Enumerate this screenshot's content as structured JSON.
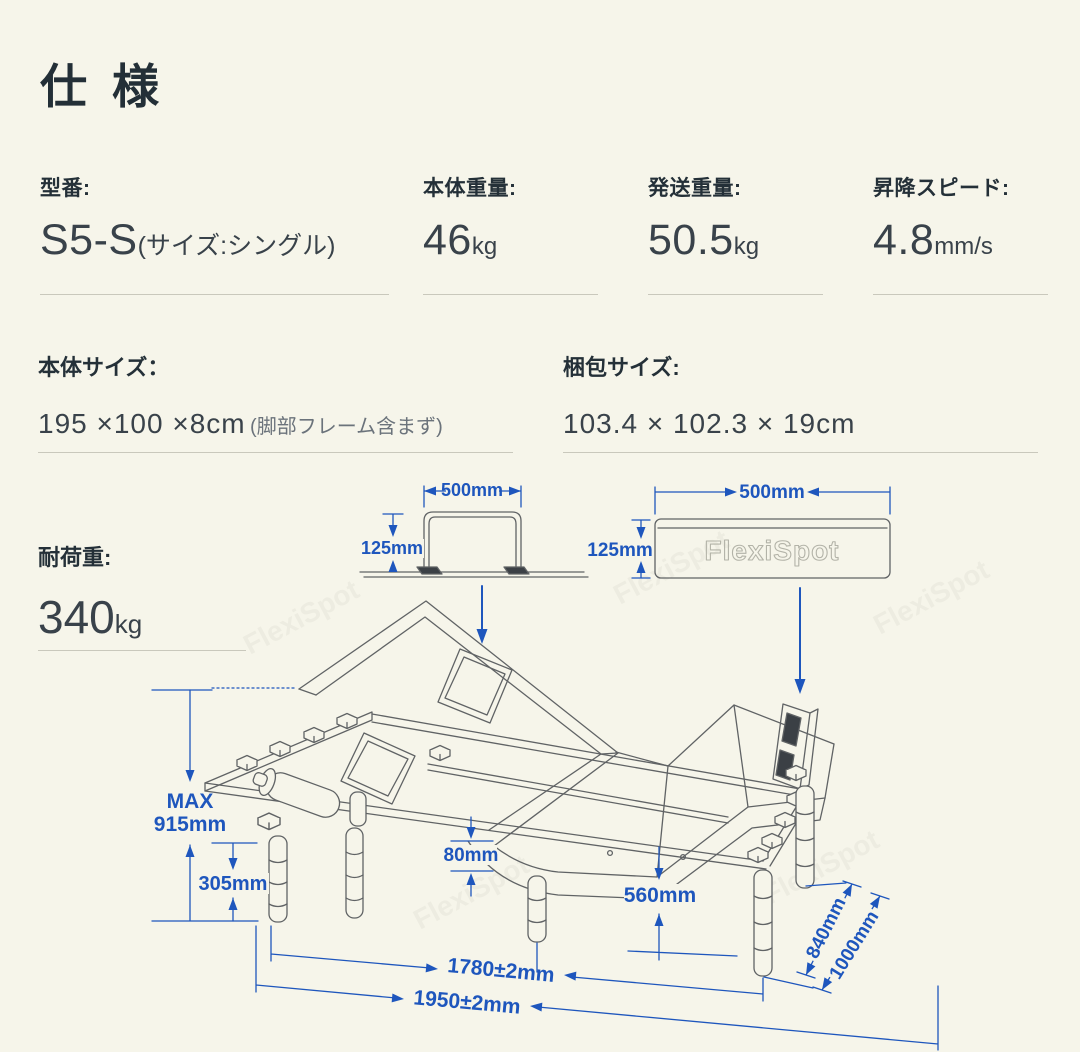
{
  "page": {
    "title": "仕 様"
  },
  "specs_row1": [
    {
      "label": "型番:",
      "value": "S5-S",
      "suffix": "(サイズ:シングル)"
    },
    {
      "label": "本体重量:",
      "value": "46",
      "unit": "kg"
    },
    {
      "label": "発送重量:",
      "value": "50.5",
      "unit": "kg"
    },
    {
      "label": "昇降スピード:",
      "value": "4.8",
      "unit": "mm/s"
    }
  ],
  "specs_row2": [
    {
      "label": "本体サイズ：",
      "value": "195 ×100 ×8cm",
      "note": "(脚部フレーム含まず)"
    },
    {
      "label": "梱包サイズ:",
      "value": "103.4 × 102.3 × 19cm"
    }
  ],
  "load_capacity": {
    "label": "耐荷重:",
    "value": "340",
    "unit": "kg"
  },
  "diagram": {
    "brand": "FlexiSpot",
    "inset_retainer": {
      "width": "500mm",
      "height": "125mm"
    },
    "inset_package": {
      "width": "500mm",
      "height": "125mm",
      "brand": "FlexiSpot"
    },
    "dims": {
      "max_line1": "MAX",
      "max_line2": "915mm",
      "leg_height": "305mm",
      "platform_thickness": "80mm",
      "frame_height": "560mm",
      "inner_width": "840mm",
      "outer_width": "1000mm",
      "inner_length": "1780±2mm",
      "outer_length": "1950±2mm"
    },
    "colors": {
      "dimension_blue": "#1e56bd",
      "line_gray": "#606365"
    }
  }
}
